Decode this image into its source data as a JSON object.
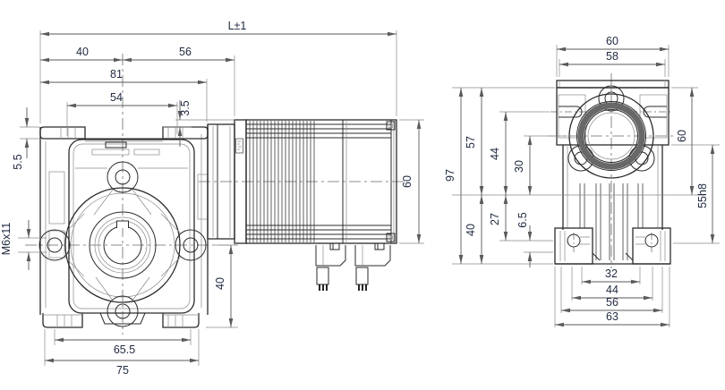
{
  "drawing": {
    "kind": "worm-gearbox-with-stepper-motor-outline-drawing",
    "views": [
      "front-view-with-motor",
      "side-view"
    ],
    "colors": {
      "background": "#ffffff",
      "outline": "#2b2b2b",
      "thin_line": "#8a8a8a",
      "dimension_line": "#5a5a5a",
      "dimension_text": "#1f2940",
      "spigot_ring": "#686868"
    }
  },
  "dims": {
    "front": {
      "overall_length": "L±1",
      "left_face_to_center": "40",
      "center_to_motor_flange": "56",
      "body_width": "81",
      "top_pad_width": "54",
      "flange_step": "3.5",
      "top_step": "5.5",
      "mounting_hole": "M6x11",
      "center_to_base": "40",
      "hole_spacing_width": "65.5",
      "base_width": "75",
      "motor_size": "60"
    },
    "side": {
      "top_width": "60",
      "top_inner_width": "58",
      "overall_height": "97",
      "top_to_axis": "57",
      "axis_to_base": "40",
      "slot_to_axis": "44",
      "center_offset": "30",
      "axis_to_foot_hole": "27",
      "foot_hole_offset": "6.5",
      "flange_section_height": "60",
      "spigot_diameter": "55h8",
      "rib_span": "32",
      "foot_hole_span": "44",
      "foot_inner_span": "56",
      "overall_width": "63"
    }
  }
}
